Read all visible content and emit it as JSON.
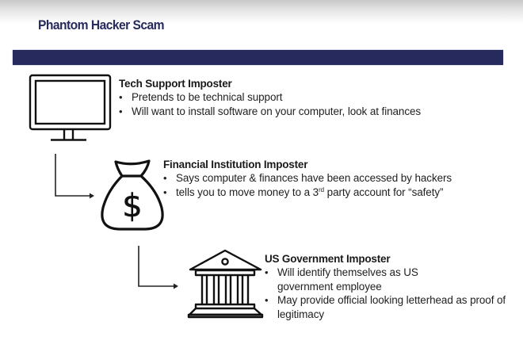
{
  "slide": {
    "title": "Phantom Hacker Scam",
    "accent_color": "#262a5c"
  },
  "sections": [
    {
      "icon": "computer-monitor-icon",
      "heading": "Tech Support Imposter",
      "bullets": [
        "Pretends to be technical support",
        "Will want to install software on your computer, look at finances"
      ]
    },
    {
      "icon": "money-bag-icon",
      "heading": "Financial Institution Imposter",
      "bullets": [
        "Says computer & finances have been accessed by hackers",
        {
          "before": "tells you to move money to a 3",
          "sup": "rd",
          "after": " party account for “safety”"
        }
      ]
    },
    {
      "icon": "government-building-icon",
      "heading": "US Government Imposter",
      "bullets": [
        "Will identify themselves as US government employee",
        "May provide official looking letterhead as proof of legitimacy"
      ]
    }
  ],
  "bullet_glyph": "•"
}
